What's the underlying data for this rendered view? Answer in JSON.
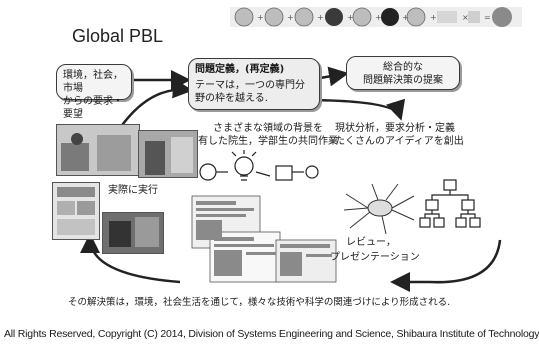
{
  "title": "Global PBL",
  "boxes": {
    "environment": {
      "line1": "環境，社会，市場",
      "line2": "からの要求・要望"
    },
    "problem": {
      "heading": "問題定義，(再定義)",
      "line1": "テーマは，一つの専門分",
      "line2": "野の枠を越える."
    },
    "solution": {
      "line1": "総合的な",
      "line2": "問題解決策の提案"
    }
  },
  "labels": {
    "collab_line1": "さまざまな領域の背景を",
    "collab_line2": "有した院生，学部生の共同作業",
    "analysis_line1": "現状分析，要求分析・定義",
    "analysis_line2": "たくさんのアイディアを創出",
    "execute": "実際に実行",
    "review_line1": "レビュー，",
    "review_line2": "プレゼンテーション",
    "bottom": "その解決策は，環境，社会生活を通じて，様々な技術や科学の関連づけにより形成される."
  },
  "footer": "All Rights Reserved, Copyright (C) 2014, Division of Systems Engineering and Science, Shibaura Institute of Technology"
}
